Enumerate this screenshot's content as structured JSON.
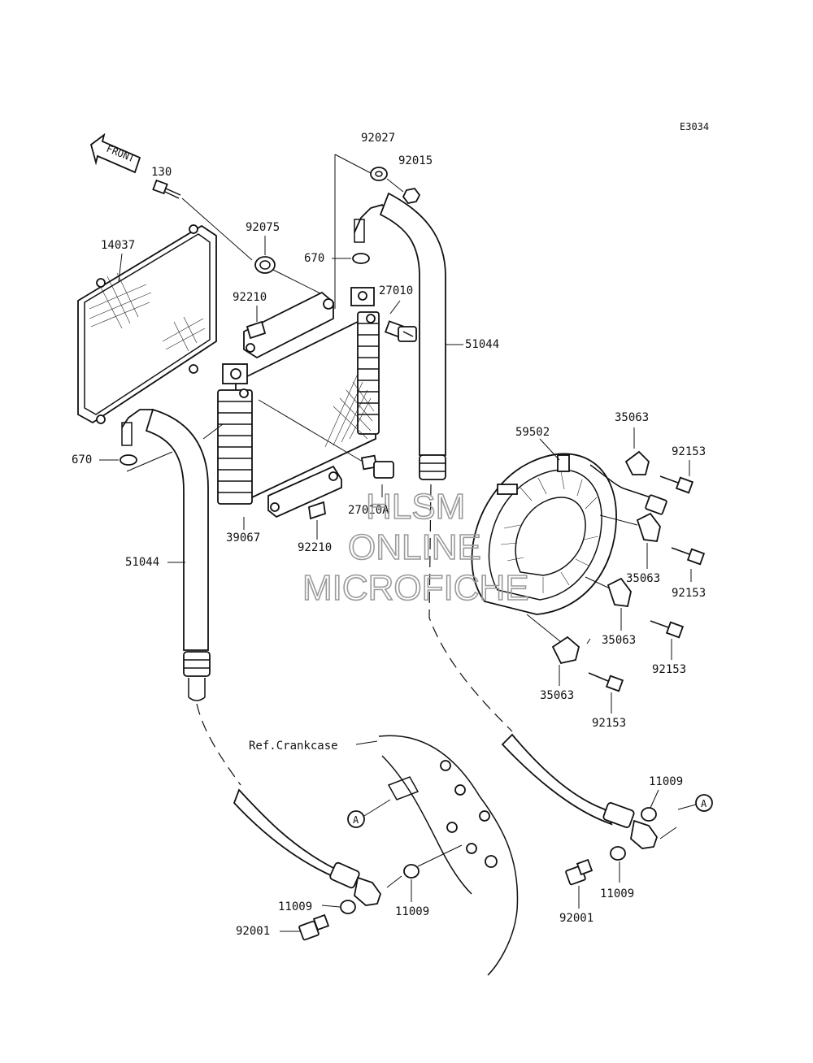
{
  "diagram_code": "E3034",
  "front_label": "FRONT",
  "reference_label": "Ref.Crankcase",
  "callout_a": "A",
  "watermark": [
    "HLSM",
    "ONLINE",
    "MICROFICHE"
  ],
  "parts": {
    "p130": "130",
    "p14037": "14037",
    "p92075": "92075",
    "p92027": "92027",
    "p92015": "92015",
    "p670_top": "670",
    "p27010": "27010",
    "p92210_top": "92210",
    "p51044_right": "51044",
    "p670_left": "670",
    "p27010a": "27010A",
    "p39067": "39067",
    "p92210_bottom": "92210",
    "p51044_left": "51044",
    "p59502": "59502",
    "p35063_a": "35063",
    "p92153_a": "92153",
    "p35063_b": "35063",
    "p92153_b": "92153",
    "p35063_c": "35063",
    "p92153_c": "92153",
    "p35063_d": "35063",
    "p92153_d": "92153",
    "p11009_a": "11009",
    "p11009_b": "11009",
    "p11009_c": "11009",
    "p11009_d": "11009",
    "p92001_a": "92001",
    "p92001_b": "92001"
  }
}
